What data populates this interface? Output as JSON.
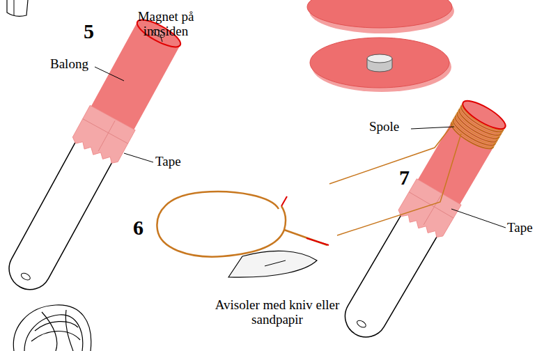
{
  "diagram": {
    "labels": [
      "5",
      "Magnet på innsiden",
      "Balong",
      "Tape",
      "Spole",
      "7",
      "6",
      "Tape",
      "Avisoler med kniv eller sandpapir"
    ]
  }
}
